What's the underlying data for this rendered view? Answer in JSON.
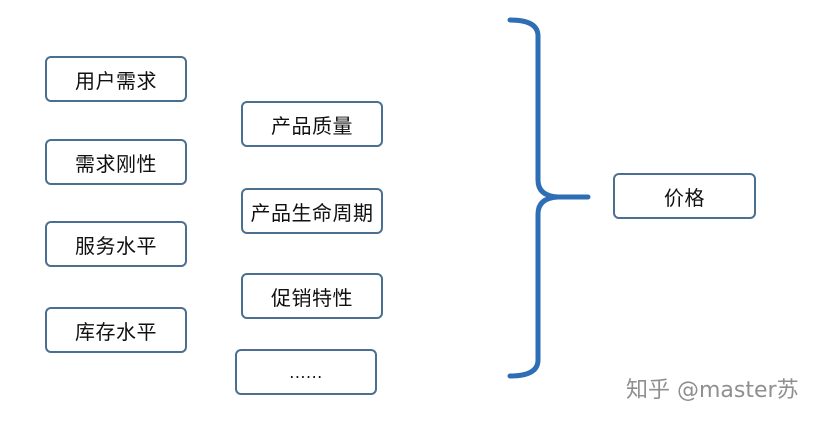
{
  "left_column": [
    {
      "label": "用户需求"
    },
    {
      "label": "需求刚性"
    },
    {
      "label": "服务水平"
    },
    {
      "label": "库存水平"
    }
  ],
  "middle_column": [
    {
      "label": "产品质量"
    },
    {
      "label": "产品生命周期"
    },
    {
      "label": "促销特性"
    },
    {
      "label": "......"
    }
  ],
  "result": {
    "label": "价格"
  },
  "watermark": "知乎 @master苏",
  "colors": {
    "box_border": "#4a6f8f",
    "brace": "#2e6eb5",
    "text": "#111111",
    "watermark": "#8f8f8f"
  }
}
